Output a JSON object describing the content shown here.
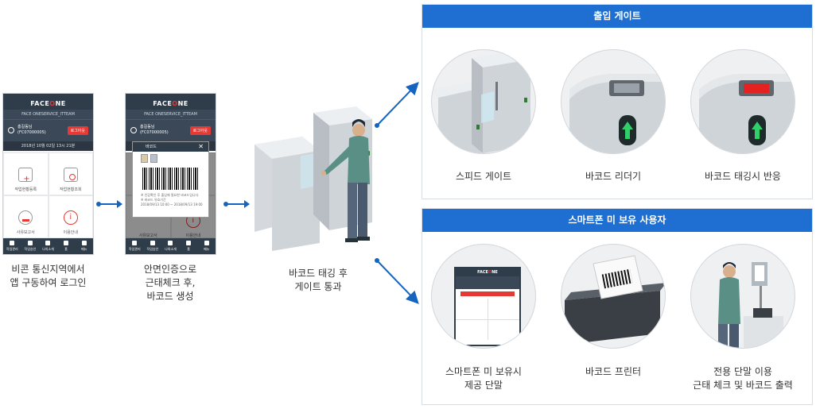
{
  "phone1": {
    "logo_a": "FACE",
    "logo_o": "O",
    "logo_b": "NE",
    "service": "FACE ONESERVICE_ITTEAM",
    "user_name": "홍길동님",
    "user_id": "(FC07000005)",
    "logout": "로그아웃",
    "date": "2018년 10월 02일 13시 21분",
    "menu": [
      "작업현황등록",
      "작업현황조회",
      "사유보고서",
      "이용안내"
    ],
    "nav": [
      "작업관리",
      "작업승인",
      "나의소개",
      "홈",
      "메뉴"
    ]
  },
  "phone2": {
    "popup_title": "바코드",
    "popup_note1": "※ 인감확인 후 출입에 필요한 바코드입니다.",
    "popup_note2": "※ 바코드 유효기간",
    "popup_note3": "2018/09/13 10:00 ~ 2018/09/13 19:00",
    "close": "✕"
  },
  "captions": {
    "step1_l1": "비콘 통신지역에서",
    "step1_l2": "앱 구동하여 로그인",
    "step2_l1": "안면인증으로",
    "step2_l2": "근태체크 후,",
    "step2_l3": "바코드 생성",
    "step3_l1": "바코드 태깅 후",
    "step3_l2": "게이트 통과"
  },
  "panel_top": {
    "title": "출입 게이트",
    "items": [
      "스피드 게이트",
      "바코드 리더기",
      "바코드 태깅시 반응"
    ]
  },
  "panel_bottom": {
    "title": "스마트폰 미 보유 사용자",
    "items": [
      {
        "l1": "스마트폰 미 보유시",
        "l2": "제공 단말"
      },
      {
        "l1": "바코드 프린터",
        "l2": ""
      },
      {
        "l1": "전용 단말 이용",
        "l2": "근태 체크 및 바코드 출력"
      }
    ]
  },
  "colors": {
    "accent": "#1e6fd1",
    "arrow": "#1565c0",
    "logout": "#e53935",
    "navy": "#2f3c4a"
  }
}
